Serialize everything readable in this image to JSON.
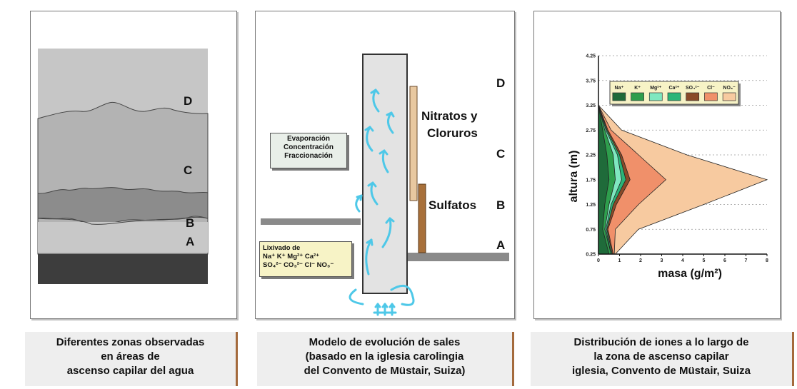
{
  "panel1": {
    "zone_labels": [
      "D",
      "C",
      "B",
      "A"
    ],
    "colors": {
      "zone_d": "#c6c6c6",
      "zone_c": "#b3b3b3",
      "zone_b": "#8c8c8c",
      "zone_a": "#c8c8c8",
      "ground": "#3d3d3d"
    }
  },
  "panel2": {
    "evap_lines": [
      "Evaporación",
      "Concentración",
      "Fraccionación"
    ],
    "lix_lines": [
      "Lixivado de",
      "Na⁺ K⁺ Mg²⁺ Ca²⁺",
      "SO₄²⁻ CO₃²⁻ Cl⁻ NO₃⁻"
    ],
    "nitratos": "Nitratos y",
    "cloruros": "Cloruros",
    "sulfatos": "Sulfatos",
    "letters": {
      "d": "D",
      "c": "C",
      "b": "B",
      "a": "A"
    },
    "colors": {
      "wall": "#e3e3e3",
      "arrows": "#4ec8e8",
      "nitrate_bar": "#e8c8a0",
      "sulfate_bar": "#a8703a"
    }
  },
  "chart_data": {
    "type": "area",
    "xlabel": "masa (g/m²)",
    "ylabel": "altura (m)",
    "xlim": [
      0,
      8
    ],
    "ylim": [
      0.25,
      4.25
    ],
    "x_ticks": [
      "0",
      "1",
      "2",
      "3",
      "4",
      "5",
      "6",
      "7",
      "8"
    ],
    "y_ticks": [
      "0.25",
      "0.75",
      "1.25",
      "1.75",
      "2.25",
      "2.75",
      "3.25",
      "3.75",
      "4.25"
    ],
    "legend_position": "top",
    "y": [
      0.25,
      0.75,
      1.25,
      1.75,
      2.25,
      2.75,
      3.25
    ],
    "series": [
      {
        "name": "Na⁺",
        "color": "#1f6b3a",
        "cumulative_x": [
          0.5,
          0.2,
          0.3,
          0.5,
          0.4,
          0.2,
          0
        ]
      },
      {
        "name": "K⁺",
        "color": "#2e9e4d",
        "cumulative_x": [
          0.6,
          0.3,
          0.5,
          0.8,
          0.7,
          0.3,
          0
        ]
      },
      {
        "name": "Mg²⁺",
        "color": "#7fe8c0",
        "cumulative_x": [
          0.6,
          0.35,
          0.6,
          1.1,
          0.9,
          0.35,
          0
        ]
      },
      {
        "name": "Ca²⁺",
        "color": "#2bb578",
        "cumulative_x": [
          0.65,
          0.4,
          0.7,
          1.3,
          1.0,
          0.4,
          0
        ]
      },
      {
        "name": "SO₄²⁻",
        "color": "#8a4a28",
        "cumulative_x": [
          0.7,
          0.45,
          0.85,
          1.5,
          1.1,
          0.45,
          0
        ]
      },
      {
        "name": "Cl⁻",
        "color": "#f0906a",
        "cumulative_x": [
          0.75,
          0.8,
          1.9,
          3.2,
          1.9,
          0.6,
          0
        ]
      },
      {
        "name": "NO₃⁻",
        "color": "#f7caa0",
        "cumulative_x": [
          0.8,
          1.9,
          5.0,
          8.0,
          4.2,
          1.1,
          0
        ]
      }
    ]
  },
  "captions": {
    "c1": [
      "Diferentes zonas observadas",
      "en áreas de",
      "ascenso capilar del agua"
    ],
    "c2": [
      "Modelo de evolución de sales",
      "(basado en la iglesia carolingia",
      "del Convento de Müstair, Suiza)"
    ],
    "c3": [
      "Distribución de iones a lo largo de",
      "la zona de ascenso capilar",
      "iglesia, Convento de Müstair, Suiza"
    ]
  }
}
